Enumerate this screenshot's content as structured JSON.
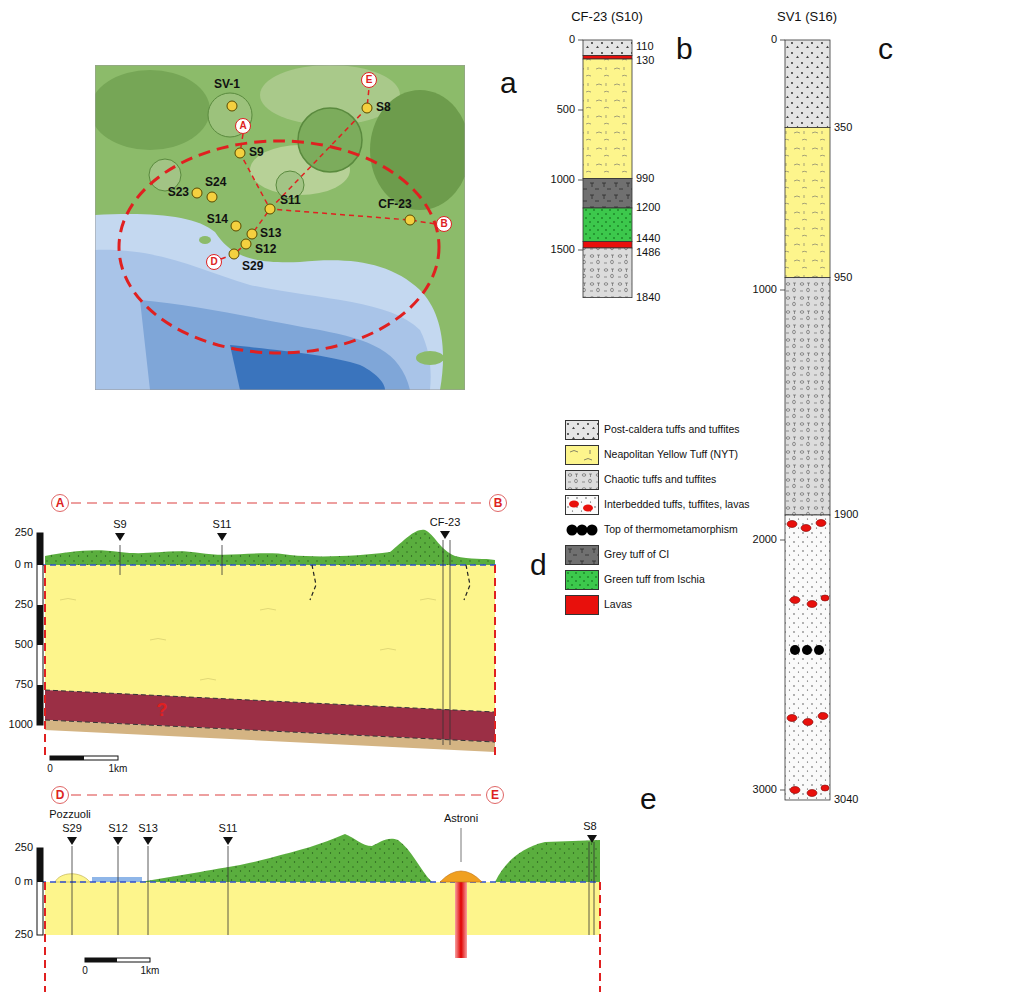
{
  "diagram": {
    "nodes": [
      {
        "text": [
          "A"
        ]
      },
      {
        "text": [
          "E"
        ]
      },
      {
        "text": [
          "B"
        ]
      },
      {
        "text": [
          "D"
        ]
      },
      {
        "text": [
          "A"
        ]
      },
      {
        "text": [
          "B"
        ]
      },
      {
        "text": [
          "D"
        ]
      },
      {
        "text": [
          "E"
        ]
      }
    ],
    "edges": [
      {
        "from": 4,
        "to": 5,
        "arrow": "none"
      },
      {
        "from": 6,
        "to": 7,
        "arrow": "none"
      }
    ],
    "labels": [
      "SV-1",
      "S9",
      "S8",
      "S24",
      "S23",
      "S11",
      "CF-23",
      "S14",
      "S13",
      "S12",
      "S29",
      "a",
      "CF-23 (S10)",
      "0",
      "500",
      "1000",
      "1500",
      "110",
      "130",
      "990",
      "1200",
      "1440",
      "1486",
      "1840",
      "b",
      "SV1 (S16)",
      "0",
      "1000",
      "2000",
      "3000",
      "350",
      "950",
      "1900",
      "3040",
      "c",
      "250",
      "0 m",
      "250",
      "500",
      "750",
      "1000",
      "0",
      "1km",
      "S9",
      "S11",
      "CF-23",
      "?",
      "d",
      "Pozzuoli",
      "S29",
      "S12",
      "S13",
      "S11",
      "Astroni",
      "S8",
      "250",
      "0 m",
      "250",
      "0",
      "1km",
      "e"
    ],
    "legend": [
      {
        "text": "Post-caldera tuffs and tuffites"
      },
      {
        "text": "Neapolitan Yellow Tuff (NYT)",
        "color": "#fdf58c"
      },
      {
        "text": "Chaotic tuffs and tuffites"
      },
      {
        "text": "Interbedded tuffs, tuffites, lavas"
      },
      {
        "text": "Top of thermometamorphism"
      },
      {
        "text": "Grey tuff of CI"
      },
      {
        "text": "Green tuff from Ischia"
      },
      {
        "text": "Lavas",
        "color": "#e8100c"
      }
    ]
  }
}
